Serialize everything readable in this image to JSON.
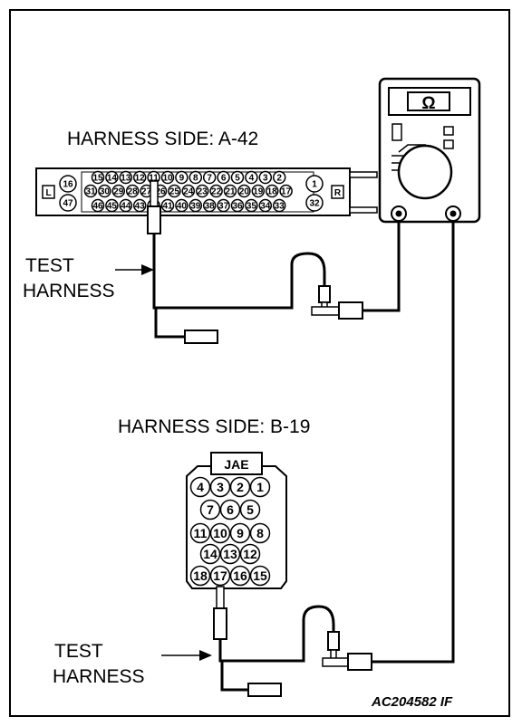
{
  "labels": {
    "harness_a": "HARNESS SIDE: A-42",
    "harness_b": "HARNESS SIDE: B-19",
    "test_harness_top_1": "TEST",
    "test_harness_top_2": "HARNESS",
    "test_harness_bottom_1": "TEST",
    "test_harness_bottom_2": "HARNESS",
    "figure_code": "AC204582 IF"
  },
  "meter": {
    "symbol": "Ω"
  },
  "connector_a": {
    "left_marker": "L",
    "right_marker": "R",
    "left_pins": [
      "16",
      "47"
    ],
    "right_pins": [
      "1",
      "32"
    ],
    "row1": [
      "15",
      "14",
      "13",
      "12",
      "11",
      "10",
      "9",
      "8",
      "7",
      "6",
      "5",
      "4",
      "3",
      "2"
    ],
    "row2": [
      "31",
      "30",
      "29",
      "28",
      "27",
      "26",
      "25",
      "24",
      "23",
      "22",
      "21",
      "20",
      "19",
      "18",
      "17"
    ],
    "row3": [
      "46",
      "45",
      "44",
      "43",
      "42",
      "41",
      "40",
      "39",
      "38",
      "37",
      "36",
      "35",
      "34",
      "33"
    ]
  },
  "connector_b": {
    "brand": "JAE",
    "rows": [
      [
        "4",
        "3",
        "2",
        "1"
      ],
      [
        "7",
        "6",
        "5"
      ],
      [
        "11",
        "10",
        "9",
        "8"
      ],
      [
        "14",
        "13",
        "12"
      ],
      [
        "18",
        "17",
        "16",
        "15"
      ]
    ]
  }
}
